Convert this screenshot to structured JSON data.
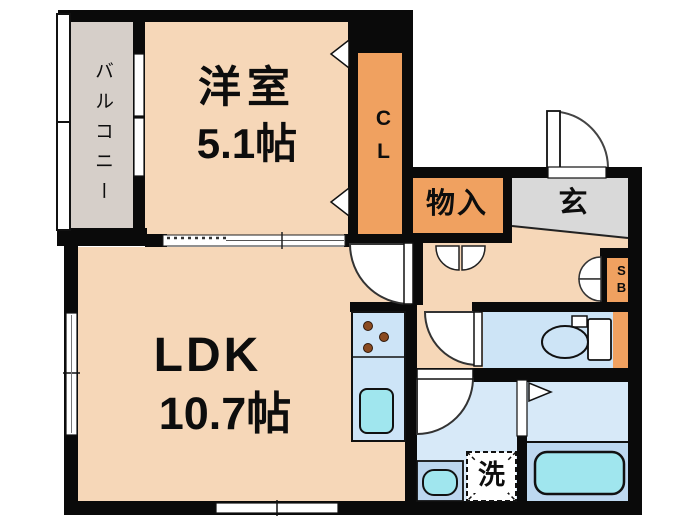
{
  "floorplan": {
    "kind": "japanese-apartment-floor-plan",
    "rooms": {
      "balcony": {
        "label": "バルコニー"
      },
      "western_room": {
        "label": "洋室",
        "size": "5.1帖"
      },
      "closet": {
        "label": "CL"
      },
      "storage": {
        "label": "物入"
      },
      "entrance": {
        "label": "玄"
      },
      "shoe_box": {
        "label": "SB"
      },
      "ldk": {
        "label": "LDK",
        "size": "10.7帖"
      },
      "laundry_space": {
        "label": "洗"
      }
    },
    "fixtures": [
      "entrance-swing-door",
      "room-sliding-door",
      "closet-folding-doors",
      "kitchen-counter",
      "gas-stove-3-burner",
      "kitchen-sink",
      "toilet",
      "vanity-sink",
      "washing-machine-pan",
      "bathtub",
      "balcony-railing",
      "windows"
    ],
    "colors": {
      "wall": "#0a0a0a",
      "room_floor_peach": "#f6d7b8",
      "closet_orange": "#f0a160",
      "balcony_gray": "#d6cfc9",
      "entrance_gray": "#d9d9d9",
      "wet_area_blue": "#d7e9f8",
      "toilet_blue": "#cde4f6",
      "counter_blue": "#cde4f7",
      "vanity_blue": "#bcd6ee",
      "bath_zone_blue": "#bdd8f0",
      "fixture_cyan": "#a0e6ee",
      "stove_brown": "#8a4a20"
    }
  }
}
